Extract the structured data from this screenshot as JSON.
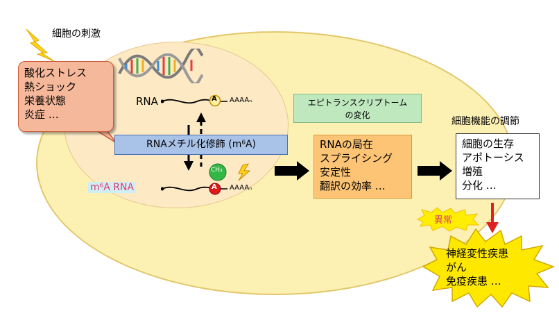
{
  "stimulus": {
    "title": "細胞の刺激",
    "items": [
      "酸化ストレス",
      "熱ショック",
      "栄養状態",
      "炎症 …"
    ]
  },
  "rna": {
    "label": "RNA",
    "tail": "AAAAₙ",
    "adenosine": "A",
    "methyl_group": "CH₃",
    "m6a_label": "m⁶A RNA"
  },
  "methylation_label": "RNAメチル化修飾 (m⁶A)",
  "epitranscriptome": {
    "line1": "エピトランスクリプトーム",
    "line2": "の変化"
  },
  "rna_changes": [
    "RNAの局在",
    "スプライシング",
    "安定性",
    "翻訳の効率 …"
  ],
  "cell_function": {
    "title": "細胞機能の調節",
    "items": [
      "細胞の生存",
      "アポトーシス",
      "増殖",
      "分化 …"
    ]
  },
  "abnormal_label": "異常",
  "diseases": [
    "神経変性疾患",
    "がん",
    "免疫疾患 …"
  ],
  "colors": {
    "cell": "#fcf0b3",
    "nucleus": "#fde9c4",
    "stimulus_box": "#f6b89a",
    "methylation_box": "#a9c2e8",
    "epitranscriptome_box": "#bfe8bf",
    "changes_box": "#fcc474",
    "disease_burst": "#ffee00",
    "disease_arrow": "#e02020"
  }
}
